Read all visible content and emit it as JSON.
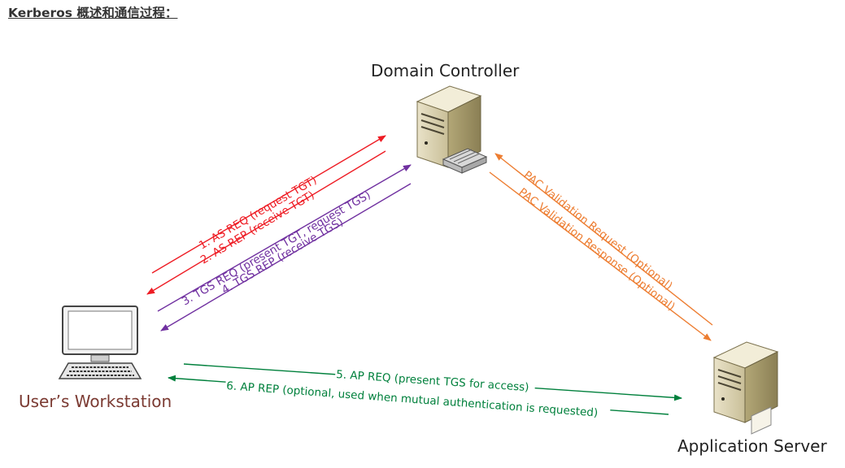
{
  "heading": "Kerberos 概述和通信过程：",
  "nodes": {
    "domain_controller": "Domain Controller",
    "workstation": "User’s Workstation",
    "app_server": "Application Server"
  },
  "flows": {
    "as_req": "1. AS REQ (request TGT)",
    "as_rep": "2. AS REP (receive TGT)",
    "tgs_req": "3. TGS REQ (present TGT, request TGS)",
    "tgs_rep": "4. TGS REP (receive TGS)",
    "pac_req": "PAC Validation Request (Optional)",
    "pac_rep": "PAC Validation Response (Optional)",
    "ap_req": "5. AP REQ (present TGS for access)",
    "ap_rep": "6. AP REP (optional, used when mutual authentication is requested)"
  },
  "colors": {
    "as": "#ee1c24",
    "tgs": "#7030a0",
    "pac": "#ed7d31",
    "ap": "#00803c"
  },
  "icons": [
    "server-icon",
    "workstation-icon",
    "server-icon"
  ]
}
